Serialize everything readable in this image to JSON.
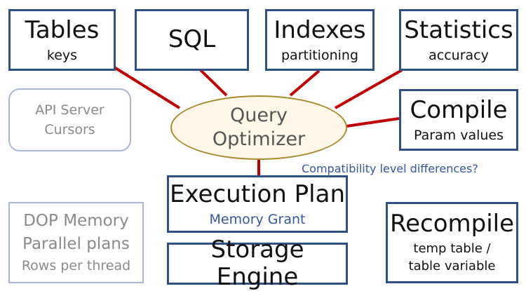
{
  "diagram": {
    "center": {
      "line1": "Query",
      "line2": "Optimizer"
    },
    "tables": {
      "title": "Tables",
      "subtitle": "keys"
    },
    "sql": {
      "title": "SQL"
    },
    "indexes": {
      "title": "Indexes",
      "subtitle": "partitioning"
    },
    "statistics": {
      "title": "Statistics",
      "subtitle": "accuracy"
    },
    "compile": {
      "title": "Compile",
      "subtitle": "Param values"
    },
    "api_server": {
      "line1": "API Server",
      "line2": "Cursors"
    },
    "compatibility_note": "Compatibility level differences?",
    "execution_plan": {
      "title": "Execution Plan",
      "subtitle": "Memory Grant"
    },
    "storage_engine": {
      "title": "Storage Engine"
    },
    "dop": {
      "line1": "DOP Memory",
      "line2": "Parallel plans",
      "line3": "Rows per thread"
    },
    "recompile": {
      "title": "Recompile",
      "line1": "temp table /",
      "line2": "table variable"
    }
  },
  "colors": {
    "box_border": "#2f4f85",
    "soft_border": "#aab6d3",
    "connector": "#c00000",
    "optimizer_fill": "#fff8e8",
    "optimizer_border": "#a88a2a",
    "blue_text": "#3556a3"
  }
}
